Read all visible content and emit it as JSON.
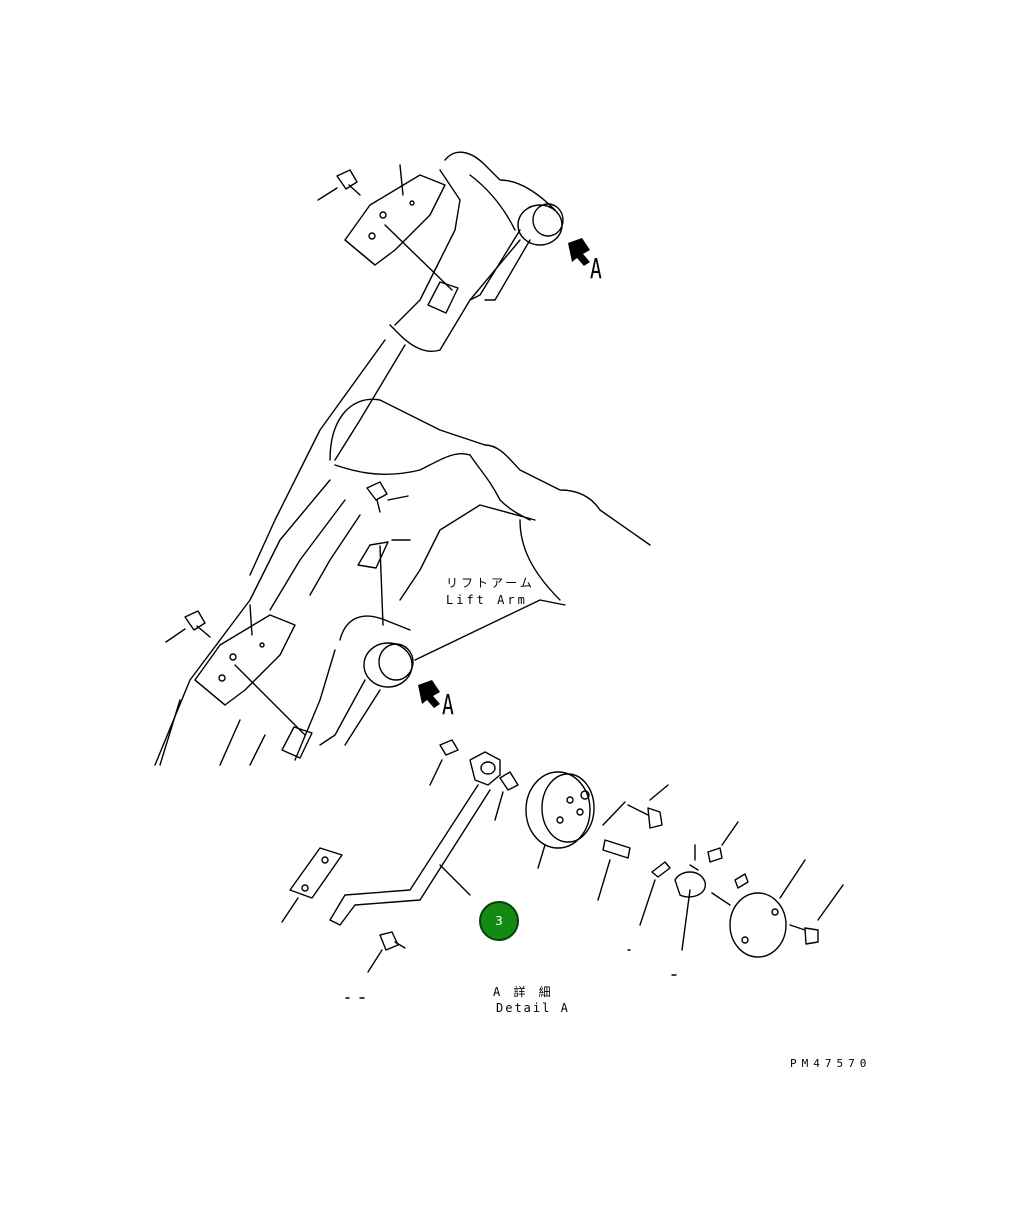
{
  "labels": {
    "lift_arm_jp": "リフトアーム",
    "lift_arm_en": "Lift Arm",
    "view_marker_top": "A",
    "view_marker_bottom": "A",
    "detail_jp": "A 詳 細",
    "detail_en": "Detail A",
    "drawing_number": "PM47570"
  },
  "callouts": [
    {
      "number": "3",
      "color": "#138a13"
    }
  ]
}
